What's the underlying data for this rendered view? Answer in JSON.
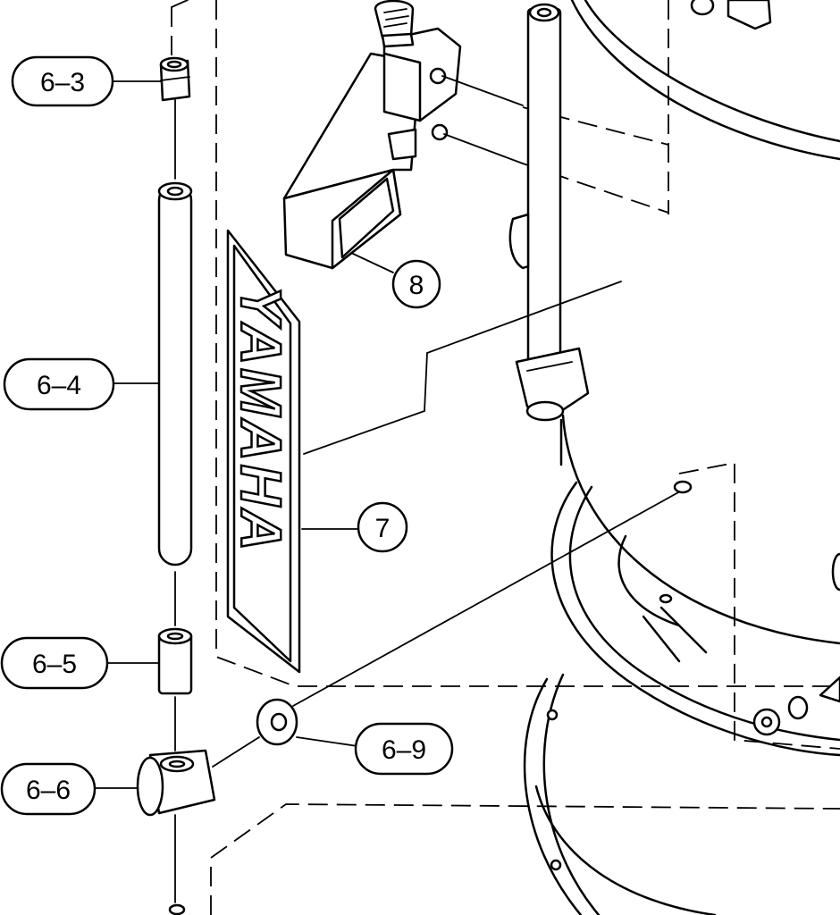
{
  "diagram": {
    "callouts": [
      {
        "id": "6-3",
        "text": "6–3"
      },
      {
        "id": "6-4",
        "text": "6–4"
      },
      {
        "id": "6-5",
        "text": "6–5"
      },
      {
        "id": "6-6",
        "text": "6–6"
      },
      {
        "id": "6-9",
        "text": "6–9"
      },
      {
        "id": "7",
        "text": "7"
      },
      {
        "id": "8",
        "text": "8"
      }
    ],
    "badge_brand": "YAMAHA"
  }
}
